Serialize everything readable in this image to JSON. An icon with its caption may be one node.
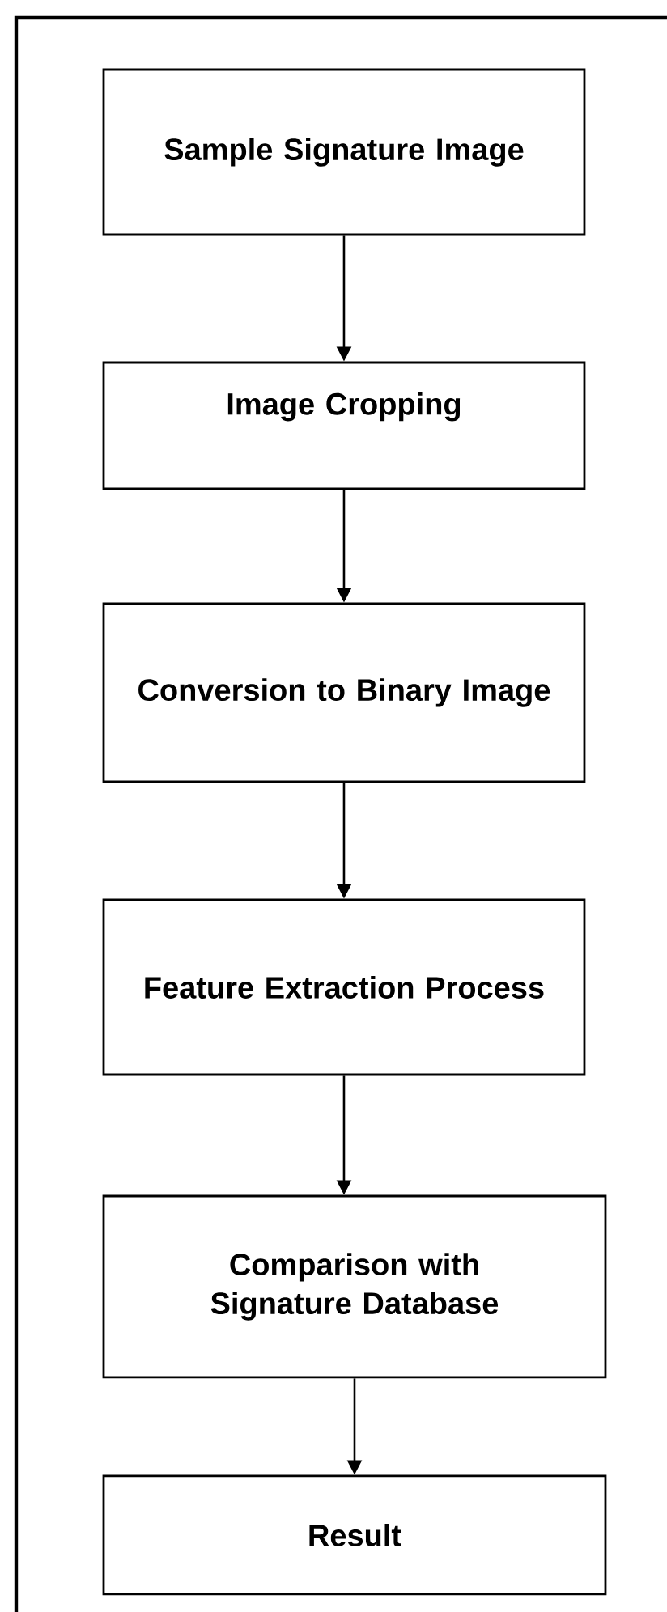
{
  "diagram": {
    "nodes": [
      {
        "text": [
          "Sample Signature Image"
        ]
      },
      {
        "text": [
          "Image Cropping"
        ]
      },
      {
        "text": [
          "Conversion to Binary Image"
        ]
      },
      {
        "text": [
          "Feature Extraction Process"
        ]
      },
      {
        "text": [
          "Comparison with Signature Database"
        ]
      },
      {
        "text": [
          "Result"
        ]
      }
    ],
    "edges": [
      {
        "from": 0,
        "to": 1,
        "arrow": "to"
      },
      {
        "from": 1,
        "to": 2,
        "arrow": "to"
      },
      {
        "from": 2,
        "to": 3,
        "arrow": "to"
      },
      {
        "from": 3,
        "to": 4,
        "arrow": "to"
      },
      {
        "from": 4,
        "to": 5,
        "arrow": "to"
      }
    ]
  }
}
